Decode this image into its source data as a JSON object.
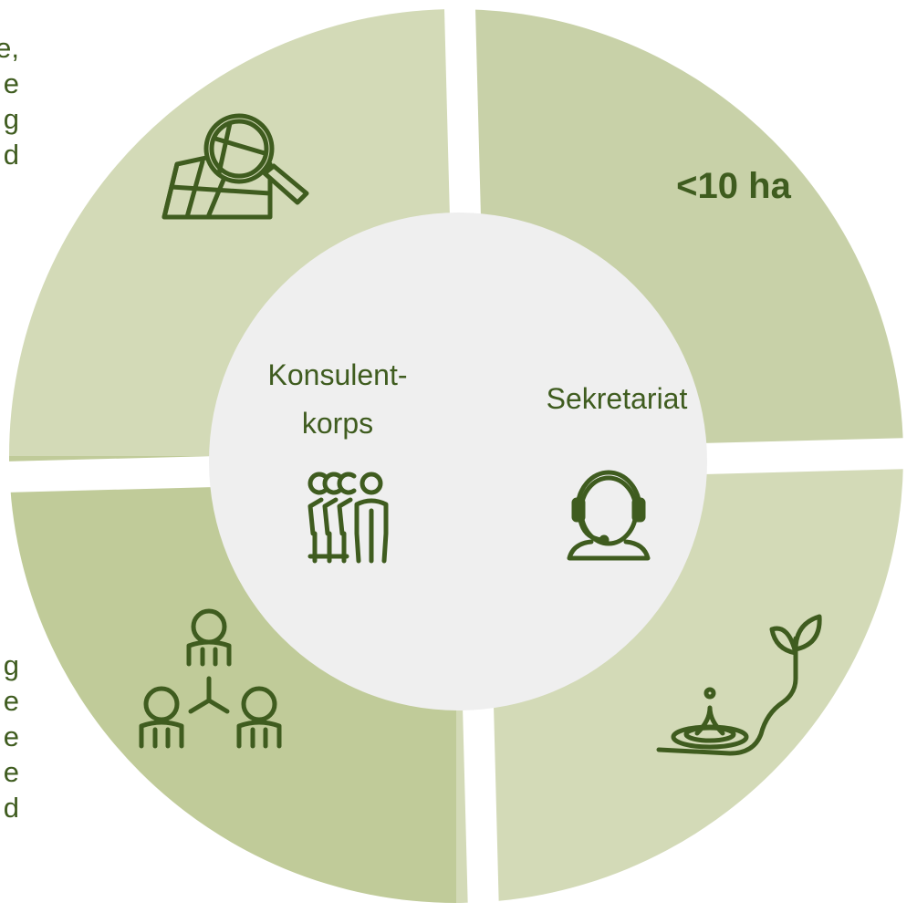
{
  "colors": {
    "segment_top_left": "#d3dab7",
    "segment_top_right": "#c8d1a8",
    "segment_bottom_left": "#c0cb99",
    "segment_bottom_right": "#d3dab7",
    "center": "#efefef",
    "ink": "#3f5c1f"
  },
  "left_text_top": [
    "e,",
    "e",
    "g",
    "d"
  ],
  "left_text_bottom": [
    "g",
    "e",
    "e",
    "e",
    "d"
  ],
  "segments": {
    "top_right_label": "<10 ha",
    "top_left_icon": "map-search-icon",
    "bottom_left_icon": "team-network-icon",
    "bottom_right_icon": "water-drop-sprout-icon"
  },
  "center": {
    "left_label_line1": "Konsulent-",
    "left_label_line2": "korps",
    "left_icon": "consultant-group-icon",
    "right_label": "Sekretariat",
    "right_icon": "headset-operator-icon"
  }
}
